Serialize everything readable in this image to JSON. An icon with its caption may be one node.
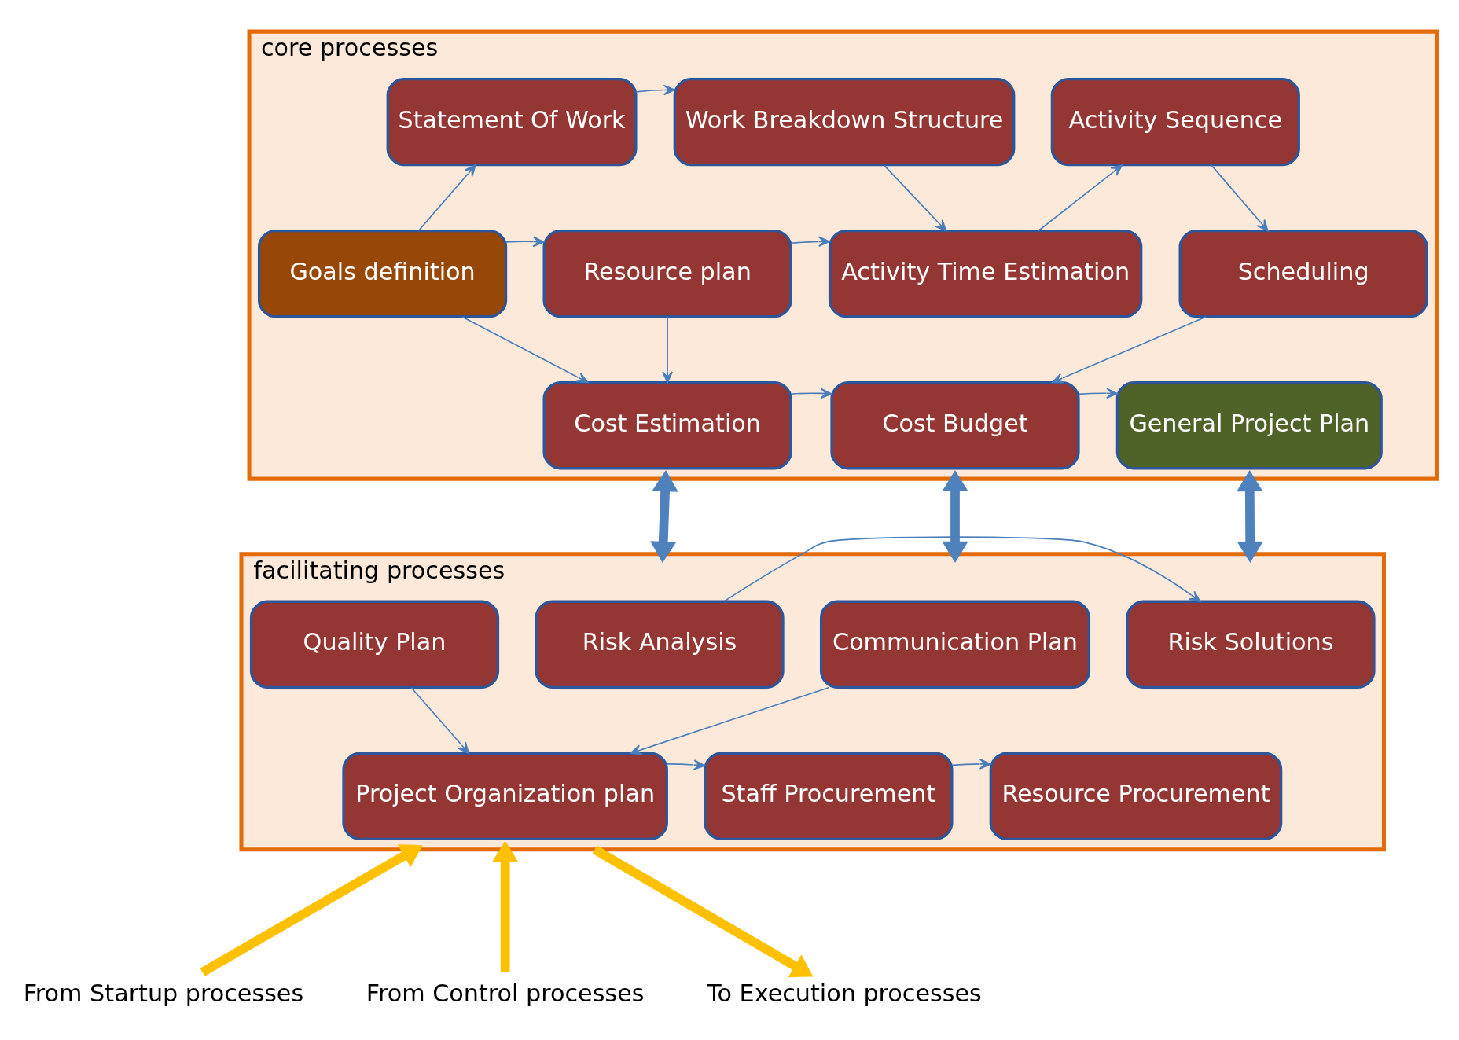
{
  "diagram": {
    "nodes": [
      {
        "text": [
          "core processes"
        ]
      },
      {
        "text": [
          "Statement Of Work"
        ],
        "in": 0
      },
      {
        "text": [
          "Work Breakdown Structure"
        ],
        "in": 0
      },
      {
        "text": [
          "Goals definition"
        ],
        "in": 0
      },
      {
        "text": [
          "Resource plan"
        ],
        "in": 0
      },
      {
        "text": [
          "Activity Time Estimation"
        ],
        "in": 0
      },
      {
        "text": [
          "Activity Sequence"
        ],
        "in": 0
      },
      {
        "text": [
          "Scheduling"
        ],
        "in": 0
      },
      {
        "text": [
          "Cost Budget"
        ],
        "in": 0
      },
      {
        "text": [
          "Cost Estimation"
        ],
        "in": 0
      },
      {
        "text": [
          "General Project Plan"
        ],
        "in": 0
      },
      {
        "text": [
          "facilitating processes"
        ]
      },
      {
        "text": [
          "Communication Plan"
        ],
        "in": 11
      },
      {
        "text": [
          "Risk Analysis"
        ],
        "in": 11
      },
      {
        "text": [
          "Risk Solutions"
        ],
        "in": 11
      },
      {
        "text": [
          "Quality Plan"
        ],
        "in": 11
      },
      {
        "text": [
          "Project Organization plan"
        ],
        "in": 11
      },
      {
        "text": [
          "Staff Procurement"
        ],
        "in": 11
      },
      {
        "text": [
          "Resource Procurement"
        ],
        "in": 11
      },
      {
        "text": [
          "From Startup processes"
        ]
      },
      {
        "text": [
          "From Control processes"
        ]
      },
      {
        "text": [
          "To Execution processes"
        ]
      }
    ],
    "edges": [
      {
        "from": 3,
        "to": 1,
        "arrow": "to"
      },
      {
        "from": 1,
        "to": 2,
        "arrow": "to"
      },
      {
        "from": 2,
        "to": 5,
        "arrow": "to"
      },
      {
        "from": 3,
        "to": 4,
        "arrow": "to"
      },
      {
        "from": 4,
        "to": 5,
        "arrow": "to"
      },
      {
        "from": 5,
        "to": 6,
        "arrow": "to"
      },
      {
        "from": 6,
        "to": 7,
        "arrow": "to"
      },
      {
        "from": 7,
        "to": 8,
        "arrow": "to"
      },
      {
        "from": 4,
        "to": 9,
        "arrow": "to"
      },
      {
        "from": 3,
        "to": 9,
        "arrow": "to"
      },
      {
        "from": 9,
        "to": 8,
        "arrow": "to"
      },
      {
        "from": 8,
        "to": 10,
        "arrow": "to"
      },
      {
        "from": 15,
        "to": 16,
        "arrow": "to"
      },
      {
        "from": 12,
        "to": 16,
        "arrow": "to"
      },
      {
        "from": 16,
        "to": 17,
        "arrow": "to"
      },
      {
        "from": 17,
        "to": 18,
        "arrow": "to"
      },
      {
        "from": 13,
        "to": 14,
        "arrow": "to"
      },
      {
        "from": 0,
        "to": 11,
        "arrow": "both",
        "style": "thick"
      },
      {
        "from": 0,
        "to": 11,
        "arrow": "both",
        "style": "thick"
      },
      {
        "from": 0,
        "to": 11,
        "arrow": "both",
        "style": "thick"
      },
      {
        "from": 19,
        "to": 11,
        "arrow": "to",
        "style": "thick",
        "color": "#ffc000"
      },
      {
        "from": 20,
        "to": 11,
        "arrow": "to",
        "style": "thick",
        "color": "#ffc000"
      },
      {
        "from": 11,
        "to": 21,
        "arrow": "to",
        "style": "thick",
        "color": "#ffc000"
      }
    ]
  }
}
